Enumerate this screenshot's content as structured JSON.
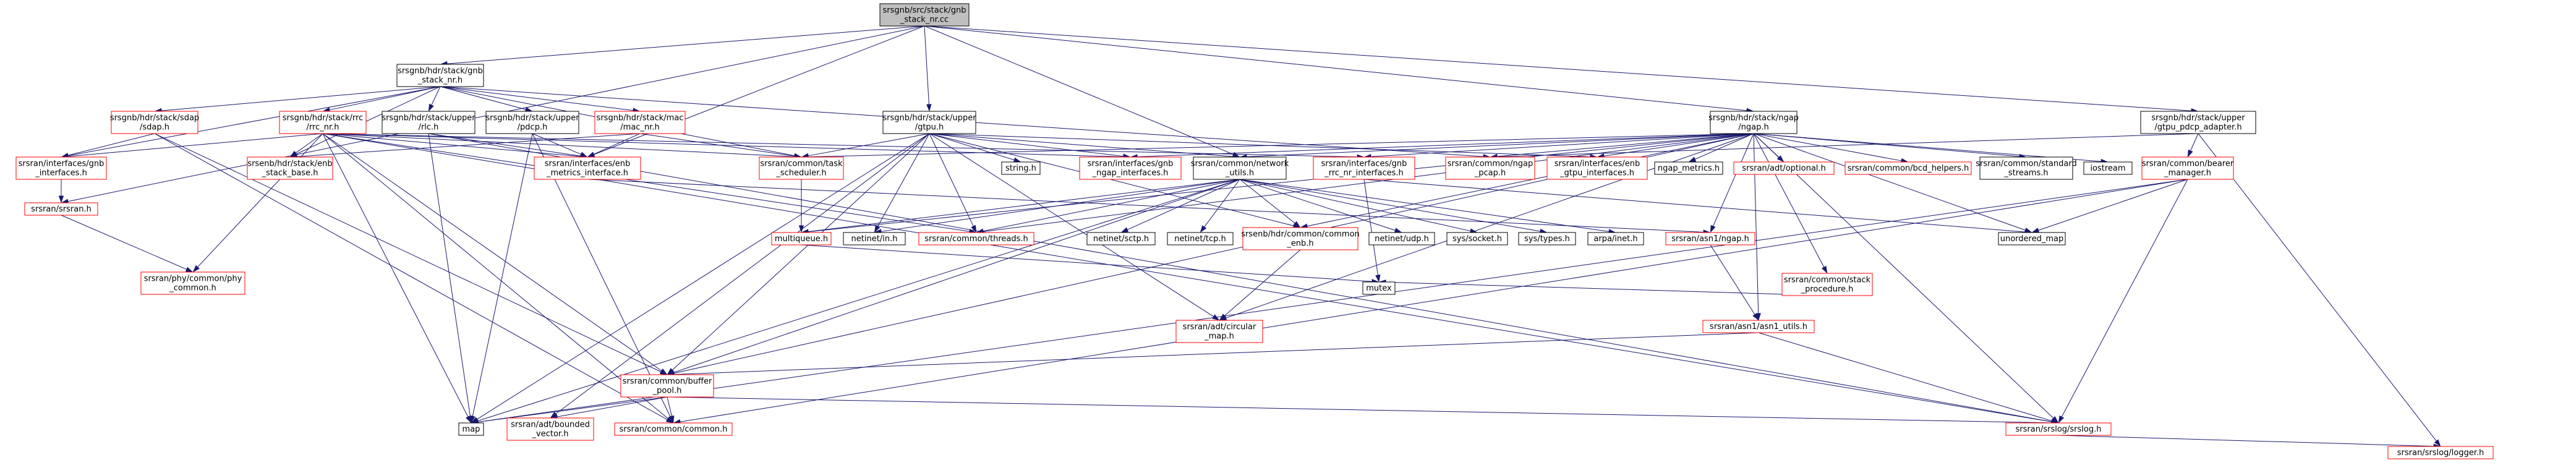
{
  "nodes": [
    {
      "id": "root",
      "lines": [
        "srsgnb/src/stack/gnb",
        "_stack_nr.cc"
      ],
      "border": "black",
      "root": true
    },
    {
      "id": "gnb_stack_nr_h",
      "lines": [
        "srsgnb/hdr/stack/gnb",
        "_stack_nr.h"
      ],
      "border": "black"
    },
    {
      "id": "sdap_h",
      "lines": [
        "srsgnb/hdr/stack/sdap",
        "/sdap.h"
      ],
      "border": "red"
    },
    {
      "id": "rrc_nr_h",
      "lines": [
        "srsgnb/hdr/stack/rrc",
        "/rrc_nr.h"
      ],
      "border": "red"
    },
    {
      "id": "upper_rlc_h",
      "lines": [
        "srsgnb/hdr/stack/upper",
        "/rlc.h"
      ],
      "border": "black"
    },
    {
      "id": "upper_pdcp_h",
      "lines": [
        "srsgnb/hdr/stack/upper",
        "/pdcp.h"
      ],
      "border": "black"
    },
    {
      "id": "mac_nr_h",
      "lines": [
        "srsgnb/hdr/stack/mac",
        "/mac_nr.h"
      ],
      "border": "red"
    },
    {
      "id": "upper_gtpu_h",
      "lines": [
        "srsgnb/hdr/stack/upper",
        "/gtpu.h"
      ],
      "border": "black"
    },
    {
      "id": "ngap_h",
      "lines": [
        "srsgnb/hdr/stack/ngap",
        "/ngap.h"
      ],
      "border": "black"
    },
    {
      "id": "gtpu_pdcp_adapter_h",
      "lines": [
        "srsgnb/hdr/stack/upper",
        "/gtpu_pdcp_adapter.h"
      ],
      "border": "black"
    },
    {
      "id": "gnb_interfaces_h",
      "lines": [
        "srsran/interfaces/gnb",
        "_interfaces.h"
      ],
      "border": "red"
    },
    {
      "id": "rrc_nr_base_h",
      "lines": [
        "srsenb/hdr/stack/enb",
        "_stack_base.h"
      ],
      "border": "red"
    },
    {
      "id": "enb_metrics_interface_h",
      "lines": [
        "srsran/interfaces/enb",
        "_metrics_interface.h"
      ],
      "border": "red"
    },
    {
      "id": "task_scheduler_h",
      "lines": [
        "srsran/common/task",
        "_scheduler.h"
      ],
      "border": "red"
    },
    {
      "id": "string_h",
      "lines": [
        "string.h"
      ],
      "border": "black"
    },
    {
      "id": "gnb_ngap_interfaces_h",
      "lines": [
        "srsran/interfaces/gnb",
        "_ngap_interfaces.h"
      ],
      "border": "red"
    },
    {
      "id": "network_utils_h",
      "lines": [
        "srsran/common/network",
        "_utils.h"
      ],
      "border": "black"
    },
    {
      "id": "gnb_rrc_nr_interfaces_h",
      "lines": [
        "srsran/interfaces/gnb",
        "_rrc_nr_interfaces.h"
      ],
      "border": "red"
    },
    {
      "id": "ngap_pcap_h",
      "lines": [
        "srsran/common/ngap",
        "_pcap.h"
      ],
      "border": "red"
    },
    {
      "id": "enb_gtpu_interfaces_h",
      "lines": [
        "srsran/interfaces/enb",
        "_gtpu_interfaces.h"
      ],
      "border": "red"
    },
    {
      "id": "ngap_metrics_h",
      "lines": [
        "ngap_metrics.h"
      ],
      "border": "black"
    },
    {
      "id": "optional_h",
      "lines": [
        "srsran/adt/optional.h"
      ],
      "border": "red"
    },
    {
      "id": "bcd_helpers_h",
      "lines": [
        "srsran/common/bcd_helpers.h"
      ],
      "border": "red"
    },
    {
      "id": "standard_streams_h",
      "lines": [
        "srsran/common/standard",
        "_streams.h"
      ],
      "border": "black"
    },
    {
      "id": "iostream",
      "lines": [
        "iostream"
      ],
      "border": "black"
    },
    {
      "id": "bearer_manager_h",
      "lines": [
        "srsran/common/bearer",
        "_manager.h"
      ],
      "border": "red"
    },
    {
      "id": "srsran_h",
      "lines": [
        "srsran/srsran.h"
      ],
      "border": "red"
    },
    {
      "id": "multiqueue_h",
      "lines": [
        "multiqueue.h"
      ],
      "border": "red"
    },
    {
      "id": "netinet_in_h",
      "lines": [
        "netinet/in.h"
      ],
      "border": "black"
    },
    {
      "id": "threads_h",
      "lines": [
        "srsran/common/threads.h"
      ],
      "border": "red"
    },
    {
      "id": "netinet_sctp_h",
      "lines": [
        "netinet/sctp.h"
      ],
      "border": "black"
    },
    {
      "id": "netinet_tcp_h",
      "lines": [
        "netinet/tcp.h"
      ],
      "border": "black"
    },
    {
      "id": "common_enb_h",
      "lines": [
        "srsenb/hdr/common/common",
        "_enb.h"
      ],
      "border": "red"
    },
    {
      "id": "netinet_udp_h",
      "lines": [
        "netinet/udp.h"
      ],
      "border": "black"
    },
    {
      "id": "sys_socket_h",
      "lines": [
        "sys/socket.h"
      ],
      "border": "black"
    },
    {
      "id": "sys_types_h",
      "lines": [
        "sys/types.h"
      ],
      "border": "black"
    },
    {
      "id": "arpa_inet_h",
      "lines": [
        "arpa/inet.h"
      ],
      "border": "black"
    },
    {
      "id": "asn1_ngap_h",
      "lines": [
        "srsran/asn1/ngap.h"
      ],
      "border": "red"
    },
    {
      "id": "unordered_map",
      "lines": [
        "unordered_map"
      ],
      "border": "black"
    },
    {
      "id": "stack_procedure_h",
      "lines": [
        "srsran/common/stack",
        "_procedure.h"
      ],
      "border": "red"
    },
    {
      "id": "phy_common_h",
      "lines": [
        "srsran/phy/common/phy",
        "_common.h"
      ],
      "border": "red"
    },
    {
      "id": "mutex",
      "lines": [
        "mutex"
      ],
      "border": "black"
    },
    {
      "id": "circular_map_h",
      "lines": [
        "srsran/adt/circular",
        "_map.h"
      ],
      "border": "red"
    },
    {
      "id": "asn1_utils_h",
      "lines": [
        "srsran/asn1/asn1_utils.h"
      ],
      "border": "red"
    },
    {
      "id": "buffer_pool_h",
      "lines": [
        "srsran/common/buffer",
        "_pool.h"
      ],
      "border": "red"
    },
    {
      "id": "map",
      "lines": [
        "map"
      ],
      "border": "black"
    },
    {
      "id": "bounded_vector_h",
      "lines": [
        "srsran/adt/bounded",
        "_vector.h"
      ],
      "border": "red"
    },
    {
      "id": "common_h",
      "lines": [
        "srsran/common/common.h"
      ],
      "border": "red"
    },
    {
      "id": "srslog_h",
      "lines": [
        "srsran/srslog/srslog.h"
      ],
      "border": "red"
    },
    {
      "id": "logger_h",
      "lines": [
        "srsran/srslog/logger.h"
      ],
      "border": "red"
    }
  ],
  "edges": [
    [
      "root",
      "gnb_stack_nr_h"
    ],
    [
      "root",
      "upper_gtpu_h"
    ],
    [
      "root",
      "ngap_h"
    ],
    [
      "root",
      "gtpu_pdcp_adapter_h"
    ],
    [
      "root",
      "srsran_h"
    ],
    [
      "root",
      "enb_metrics_interface_h"
    ],
    [
      "root",
      "network_utils_h"
    ],
    [
      "gnb_stack_nr_h",
      "sdap_h"
    ],
    [
      "gnb_stack_nr_h",
      "rrc_nr_h"
    ],
    [
      "gnb_stack_nr_h",
      "upper_rlc_h"
    ],
    [
      "gnb_stack_nr_h",
      "upper_pdcp_h"
    ],
    [
      "gnb_stack_nr_h",
      "mac_nr_h"
    ],
    [
      "gnb_stack_nr_h",
      "rrc_nr_base_h"
    ],
    [
      "gnb_stack_nr_h",
      "gnb_interfaces_h"
    ],
    [
      "gnb_stack_nr_h",
      "ngap_pcap_h"
    ],
    [
      "gnb_stack_nr_h",
      "task_scheduler_h"
    ],
    [
      "sdap_h",
      "gnb_interfaces_h"
    ],
    [
      "sdap_h",
      "common_h"
    ],
    [
      "sdap_h",
      "buffer_pool_h"
    ],
    [
      "rrc_nr_h",
      "gnb_interfaces_h"
    ],
    [
      "rrc_nr_h",
      "rrc_nr_base_h"
    ],
    [
      "rrc_nr_h",
      "enb_metrics_interface_h"
    ],
    [
      "rrc_nr_h",
      "task_scheduler_h"
    ],
    [
      "rrc_nr_h",
      "gnb_ngap_interfaces_h"
    ],
    [
      "rrc_nr_h",
      "gnb_rrc_nr_interfaces_h"
    ],
    [
      "rrc_nr_h",
      "threads_h"
    ],
    [
      "rrc_nr_h",
      "map"
    ],
    [
      "rrc_nr_h",
      "buffer_pool_h"
    ],
    [
      "rrc_nr_h",
      "common_h"
    ],
    [
      "rrc_nr_h",
      "srslog_h"
    ],
    [
      "rrc_nr_h",
      "phy_common_h"
    ],
    [
      "upper_rlc_h",
      "enb_metrics_interface_h"
    ],
    [
      "upper_rlc_h",
      "map"
    ],
    [
      "upper_rlc_h",
      "srslog_h"
    ],
    [
      "upper_pdcp_h",
      "enb_metrics_interface_h"
    ],
    [
      "upper_pdcp_h",
      "map"
    ],
    [
      "upper_pdcp_h",
      "common_h"
    ],
    [
      "mac_nr_h",
      "enb_metrics_interface_h"
    ],
    [
      "mac_nr_h",
      "task_scheduler_h"
    ],
    [
      "mac_nr_h",
      "rrc_nr_base_h"
    ],
    [
      "upper_gtpu_h",
      "task_scheduler_h"
    ],
    [
      "upper_gtpu_h",
      "string_h"
    ],
    [
      "upper_gtpu_h",
      "gnb_ngap_interfaces_h"
    ],
    [
      "upper_gtpu_h",
      "network_utils_h"
    ],
    [
      "upper_gtpu_h",
      "enb_gtpu_interfaces_h"
    ],
    [
      "upper_gtpu_h",
      "threads_h"
    ],
    [
      "upper_gtpu_h",
      "netinet_in_h"
    ],
    [
      "upper_gtpu_h",
      "common_enb_h"
    ],
    [
      "upper_gtpu_h",
      "buffer_pool_h"
    ],
    [
      "upper_gtpu_h",
      "bounded_vector_h"
    ],
    [
      "upper_gtpu_h",
      "map"
    ],
    [
      "upper_gtpu_h",
      "circular_map_h"
    ],
    [
      "ngap_h",
      "gnb_ngap_interfaces_h"
    ],
    [
      "ngap_h",
      "gnb_rrc_nr_interfaces_h"
    ],
    [
      "ngap_h",
      "ngap_pcap_h"
    ],
    [
      "ngap_h",
      "enb_gtpu_interfaces_h"
    ],
    [
      "ngap_h",
      "ngap_metrics_h"
    ],
    [
      "ngap_h",
      "optional_h"
    ],
    [
      "ngap_h",
      "bcd_helpers_h"
    ],
    [
      "ngap_h",
      "standard_streams_h"
    ],
    [
      "ngap_h",
      "iostream"
    ],
    [
      "ngap_h",
      "network_utils_h"
    ],
    [
      "ngap_h",
      "threads_h"
    ],
    [
      "ngap_h",
      "task_scheduler_h"
    ],
    [
      "ngap_h",
      "asn1_ngap_h"
    ],
    [
      "ngap_h",
      "unordered_map"
    ],
    [
      "ngap_h",
      "stack_procedure_h"
    ],
    [
      "ngap_h",
      "common_enb_h"
    ],
    [
      "ngap_h",
      "circular_map_h"
    ],
    [
      "ngap_h",
      "asn1_utils_h"
    ],
    [
      "ngap_h",
      "buffer_pool_h"
    ],
    [
      "ngap_h",
      "srslog_h"
    ],
    [
      "ngap_h",
      "multiqueue_h"
    ],
    [
      "gtpu_pdcp_adapter_h",
      "ngap_pcap_h"
    ],
    [
      "gtpu_pdcp_adapter_h",
      "bearer_manager_h"
    ],
    [
      "gtpu_pdcp_adapter_h",
      "logger_h"
    ],
    [
      "gnb_interfaces_h",
      "srsran_h"
    ],
    [
      "srsran_h",
      "phy_common_h"
    ],
    [
      "enb_metrics_interface_h",
      "asn1_ngap_h"
    ],
    [
      "task_scheduler_h",
      "multiqueue_h"
    ],
    [
      "network_utils_h",
      "netinet_in_h"
    ],
    [
      "network_utils_h",
      "threads_h"
    ],
    [
      "network_utils_h",
      "netinet_sctp_h"
    ],
    [
      "network_utils_h",
      "netinet_tcp_h"
    ],
    [
      "network_utils_h",
      "common_enb_h"
    ],
    [
      "network_utils_h",
      "netinet_udp_h"
    ],
    [
      "network_utils_h",
      "sys_socket_h"
    ],
    [
      "network_utils_h",
      "sys_types_h"
    ],
    [
      "network_utils_h",
      "arpa_inet_h"
    ],
    [
      "network_utils_h",
      "buffer_pool_h"
    ],
    [
      "network_utils_h",
      "multiqueue_h"
    ],
    [
      "network_utils_h",
      "map"
    ],
    [
      "gnb_rrc_nr_interfaces_h",
      "unordered_map"
    ],
    [
      "gnb_rrc_nr_interfaces_h",
      "mutex"
    ],
    [
      "bearer_manager_h",
      "unordered_map"
    ],
    [
      "bearer_manager_h",
      "srslog_h"
    ],
    [
      "bearer_manager_h",
      "common_h"
    ],
    [
      "bearer_manager_h",
      "map"
    ],
    [
      "multiqueue_h",
      "mutex"
    ],
    [
      "common_enb_h",
      "circular_map_h"
    ],
    [
      "asn1_ngap_h",
      "asn1_utils_h"
    ],
    [
      "stack_procedure_h",
      "mutex"
    ],
    [
      "asn1_utils_h",
      "buffer_pool_h"
    ],
    [
      "asn1_utils_h",
      "srslog_h"
    ],
    [
      "buffer_pool_h",
      "map"
    ],
    [
      "buffer_pool_h",
      "bounded_vector_h"
    ],
    [
      "buffer_pool_h",
      "common_h"
    ],
    [
      "buffer_pool_h",
      "srslog_h"
    ],
    [
      "srslog_h",
      "logger_h"
    ]
  ]
}
